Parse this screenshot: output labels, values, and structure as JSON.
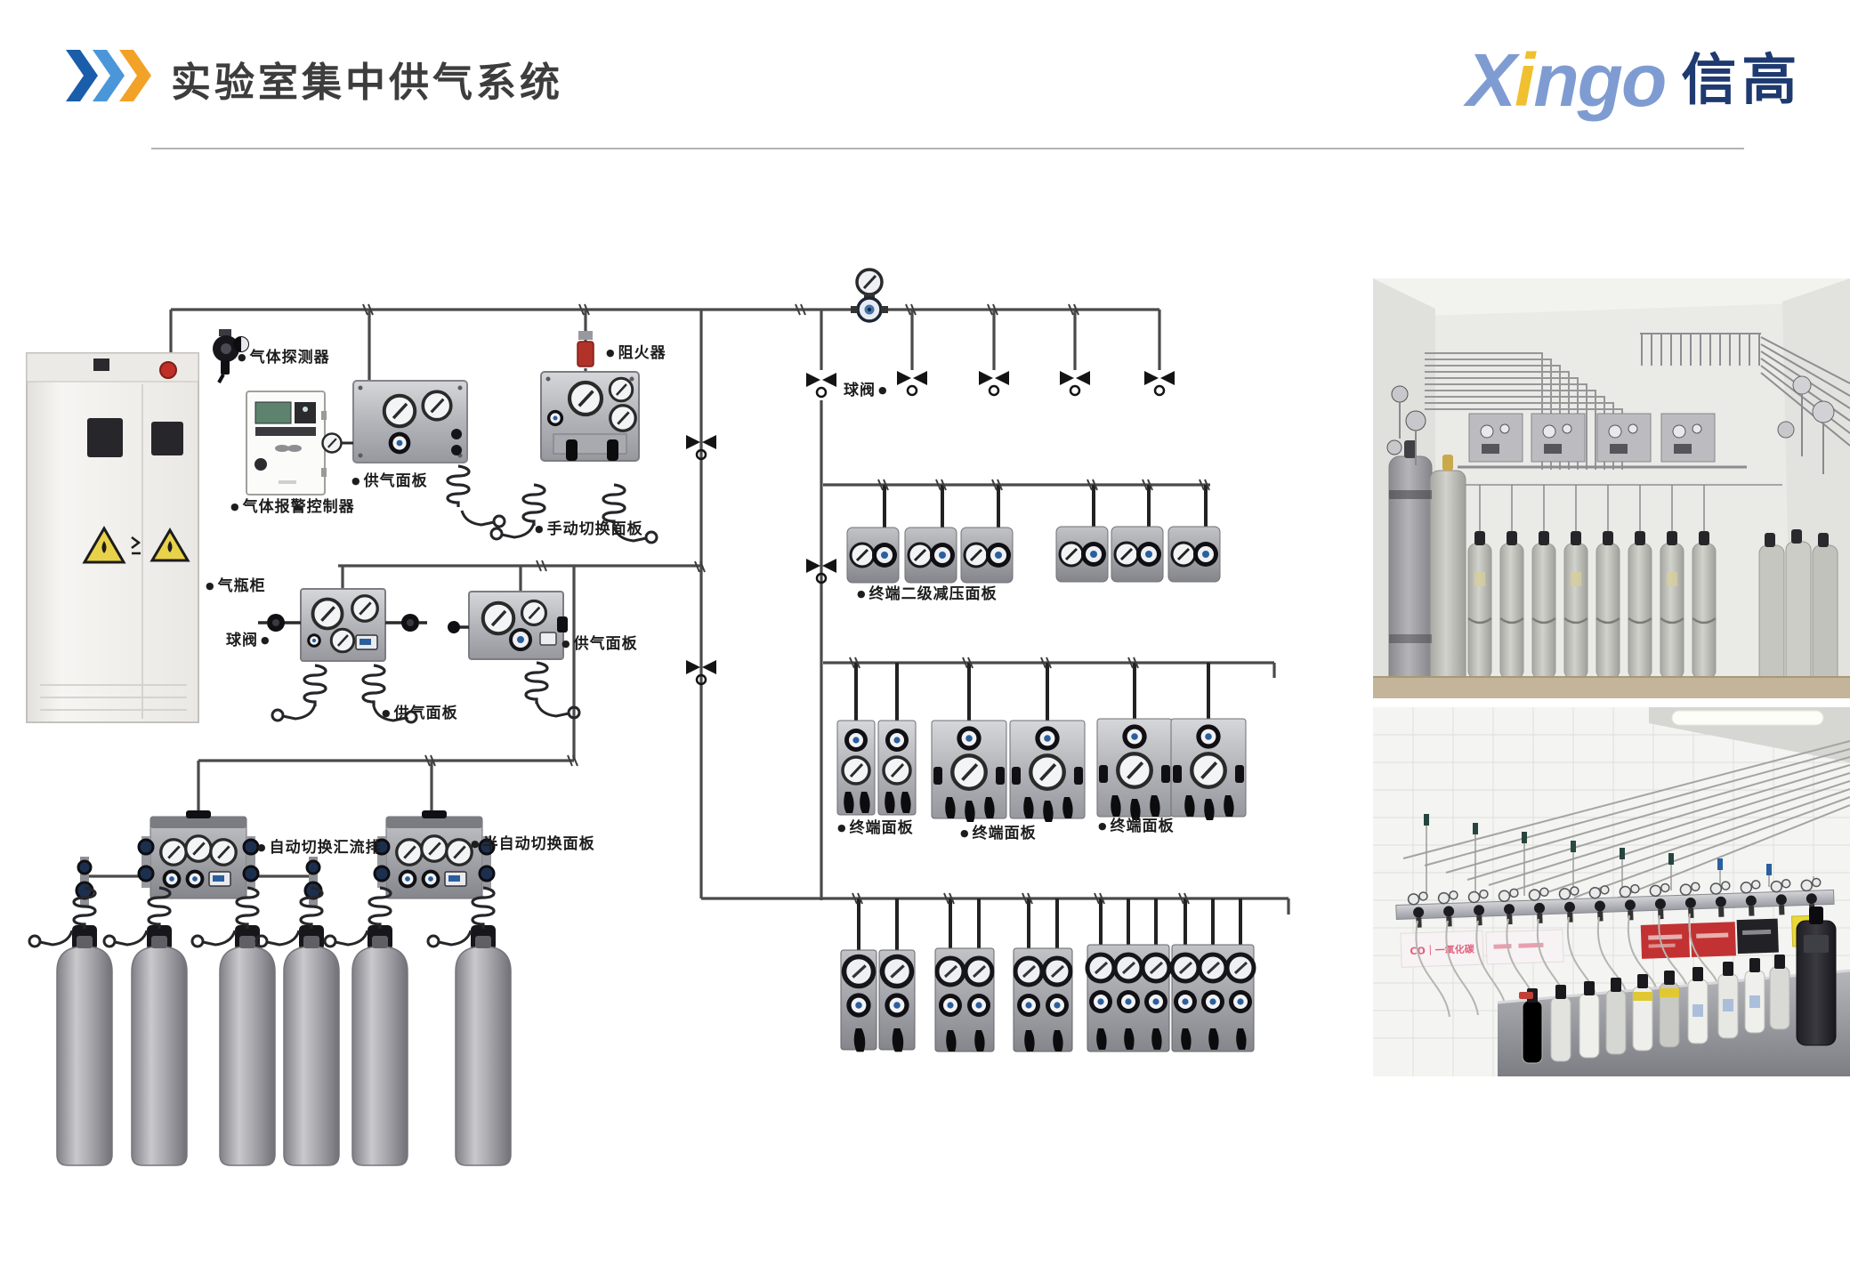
{
  "header": {
    "title": "实验室集中供气系统",
    "logo": {
      "part1": "X",
      "part2": "i",
      "part3": "ngo",
      "cn": "信高"
    }
  },
  "diagram": {
    "bullet": "●",
    "labels": {
      "gas_detector": "气体探测器",
      "gas_alarm_controller": "气体报警控制器",
      "supply_panel_1": "供气面板",
      "flame_arrester": "阻火器",
      "manual_switch_panel": "手动切换面板",
      "cylinder_cabinet": "气瓶柜",
      "ball_valve_left": "球阀",
      "supply_panel_2": "供气面板",
      "supply_panel_3": "供气面板",
      "auto_switch_manifold": "自动切换汇流排",
      "semi_auto_switch_panel": "半自动切换面板",
      "ball_valve_right": "球阀",
      "terminal_two_stage_panel": "终端二级减压面板",
      "terminal_panel_a": "终端面板",
      "terminal_panel_b": "终端面板",
      "terminal_panel_c": "终端面板"
    }
  },
  "photos": {
    "bottom_sign_text": "CO｜一氧化碳"
  },
  "colors": {
    "chevron_navy": "#1a5dab",
    "chevron_blue": "#4b96d9",
    "chevron_orange": "#f2a227",
    "logo_blue": "#7f9cd2",
    "logo_yellow": "#f0c030",
    "logo_navy": "#1e3a70",
    "pipe": "#4a4a4a",
    "steel_panel": "#b4b5ba",
    "cylinder_gray": "#9b9ba1",
    "flame_arrester_red": "#b03228"
  }
}
